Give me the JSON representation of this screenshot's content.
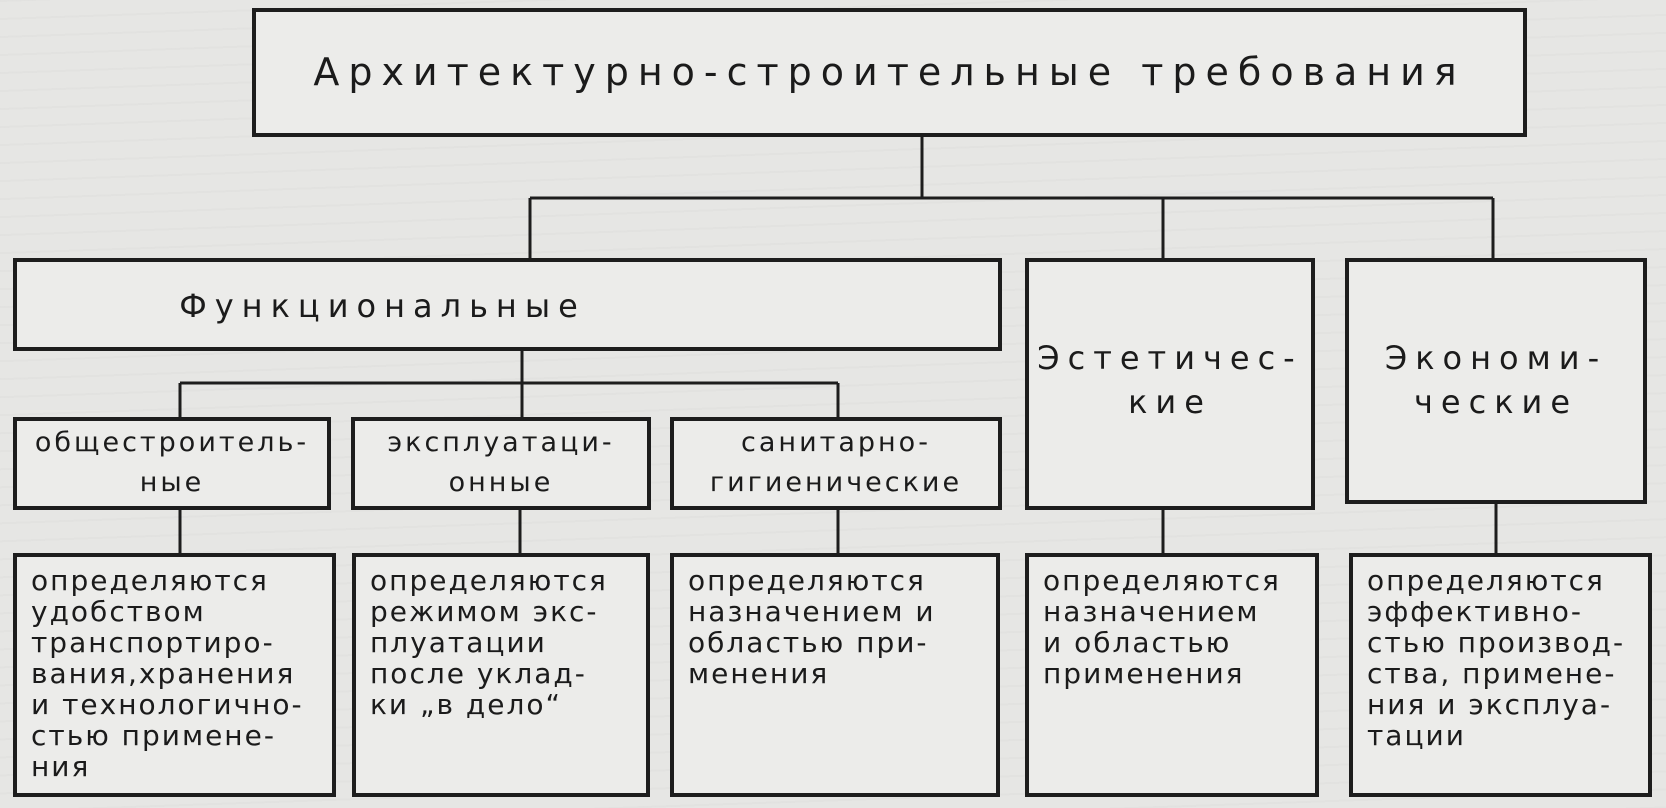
{
  "root": {
    "label": "Архитектурно-строительные требования"
  },
  "categories": [
    {
      "label": "Функциональные",
      "subcategories": [
        {
          "label": "общестроитель-\nные",
          "description": "определяются\nудобством\nтранспортиро-\nвания,хранения\nи технологично-\nстью примене-\nния"
        },
        {
          "label": "эксплуатаци-\nонные",
          "description": "определяются\nрежимом экс-\nплуатации\nпосле уклад-\nки „в дело“"
        },
        {
          "label": "санитарно-\nгигиенические",
          "description": "определяются\nназначением и\nобластью при-\nменения"
        }
      ]
    },
    {
      "label": "Эстетичес-\nкие",
      "description": "определяются\nназначением\nи областью\nприменения"
    },
    {
      "label": "Экономи-\nческие",
      "description": "определяются\nэффективно-\nстью производ-\nства, примене-\nния и эксплуа-\nтации"
    }
  ]
}
